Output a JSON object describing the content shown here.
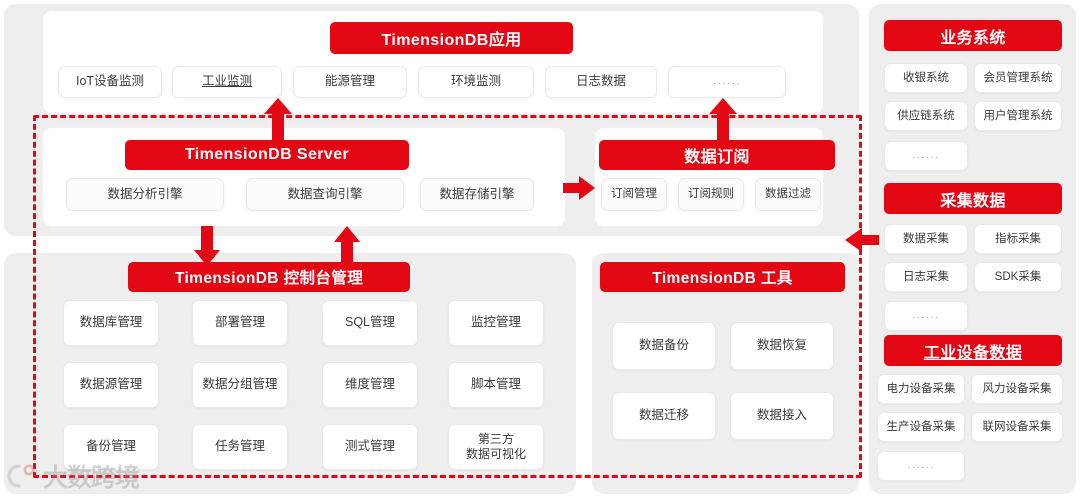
{
  "theme": {
    "accent_red": "#e30613",
    "panel_gray": "#eeeeee",
    "chip_text": "#3b3b3b"
  },
  "main": {
    "application_layer": {
      "title": "TimensionDB应用",
      "items": [
        {
          "label": "IoT设备监测",
          "style": "plain"
        },
        {
          "label": "工业监测",
          "style": "underline"
        },
        {
          "label": "能源管理",
          "style": "plain"
        },
        {
          "label": "环境监测",
          "style": "plain"
        },
        {
          "label": "日志数据",
          "style": "plain"
        },
        {
          "label": "......",
          "style": "dots"
        }
      ]
    },
    "server_layer": {
      "title": "TimensionDB Server",
      "items": [
        {
          "label": "数据分析引擎"
        },
        {
          "label": "数据查询引擎"
        },
        {
          "label": "数据存储引擎"
        }
      ]
    },
    "subscription_layer": {
      "title": "数据订阅",
      "items": [
        {
          "label": "订阅管理"
        },
        {
          "label": "订阅规则"
        },
        {
          "label": "数据过滤"
        }
      ]
    },
    "console_layer": {
      "title": "TimensionDB 控制台管理",
      "items": [
        {
          "label": "数据库管理"
        },
        {
          "label": "部署管理"
        },
        {
          "label": "SQL管理"
        },
        {
          "label": "监控管理"
        },
        {
          "label": "数据源管理"
        },
        {
          "label": "数据分组管理"
        },
        {
          "label": "维度管理"
        },
        {
          "label": "脚本管理"
        },
        {
          "label": "备份管理"
        },
        {
          "label": "任务管理"
        },
        {
          "label": "测式管理"
        },
        {
          "label": "第三方\n数据可视化"
        }
      ]
    },
    "tools_layer": {
      "title": "TimensionDB 工具",
      "items": [
        {
          "label": "数据备份"
        },
        {
          "label": "数据恢复"
        },
        {
          "label": "数据迁移"
        },
        {
          "label": "数据接入"
        }
      ]
    }
  },
  "sidebar": {
    "groups": [
      {
        "title": "业务系统",
        "items": [
          {
            "label": "收银系统",
            "style": "plain"
          },
          {
            "label": "会员管理系统",
            "style": "plain"
          },
          {
            "label": "供应链系统",
            "style": "plain"
          },
          {
            "label": "用户管理系统",
            "style": "plain"
          },
          {
            "label": "......",
            "style": "dots"
          }
        ]
      },
      {
        "title": "采集数据",
        "items": [
          {
            "label": "数据采集",
            "style": "plain"
          },
          {
            "label": "指标采集",
            "style": "plain"
          },
          {
            "label": "日志采集",
            "style": "plain"
          },
          {
            "label": "SDK采集",
            "style": "plain"
          },
          {
            "label": "......",
            "style": "dots"
          }
        ]
      },
      {
        "title": "工业设备数据",
        "items": [
          {
            "label": "电力设备采集",
            "style": "plain"
          },
          {
            "label": "风力设备采集",
            "style": "plain"
          },
          {
            "label": "生产设备采集",
            "style": "plain"
          },
          {
            "label": "联网设备采集",
            "style": "plain"
          },
          {
            "label": "......",
            "style": "dots"
          }
        ]
      }
    ]
  },
  "watermark": {
    "text": "大数跨境"
  },
  "flow_arrows": [
    {
      "name": "server-to-application",
      "direction": "up"
    },
    {
      "name": "subscription-to-application",
      "direction": "up"
    },
    {
      "name": "server-to-subscription",
      "direction": "right"
    },
    {
      "name": "server-to-console",
      "direction": "down"
    },
    {
      "name": "console-to-server",
      "direction": "up"
    },
    {
      "name": "collected-data-to-platform",
      "direction": "left"
    }
  ]
}
